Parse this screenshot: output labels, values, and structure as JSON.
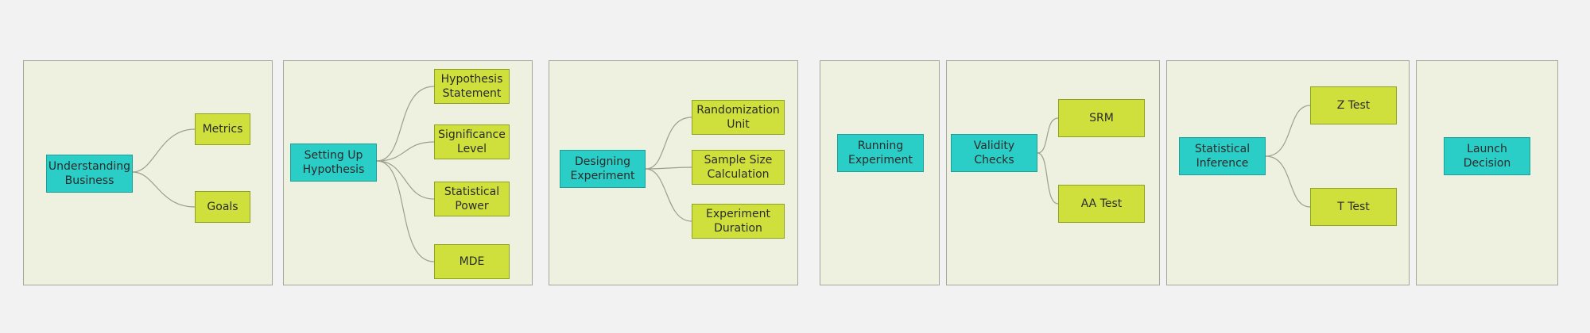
{
  "colors": {
    "background": "#f2f2f2",
    "panel": "#eef0e0",
    "root": "#2bcdc7",
    "child": "#cfe03c"
  },
  "groups": [
    {
      "id": "understanding-business",
      "root": "Understanding Business",
      "children": [
        "Metrics",
        "Goals"
      ]
    },
    {
      "id": "setting-up-hypothesis",
      "root": "Setting Up Hypothesis",
      "children": [
        "Hypothesis Statement",
        "Significance Level",
        "Statistical Power",
        "MDE"
      ]
    },
    {
      "id": "designing-experiment",
      "root": "Designing Experiment",
      "children": [
        "Randomization Unit",
        "Sample Size Calculation",
        "Experiment Duration"
      ]
    },
    {
      "id": "running-experiment",
      "root": "Running Experiment",
      "children": []
    },
    {
      "id": "validity-checks",
      "root": "Validity Checks",
      "children": [
        "SRM",
        "AA Test"
      ]
    },
    {
      "id": "statistical-inference",
      "root": "Statistical Inference",
      "children": [
        "Z Test",
        "T Test"
      ]
    },
    {
      "id": "launch-decision",
      "root": "Launch Decision",
      "children": []
    }
  ]
}
